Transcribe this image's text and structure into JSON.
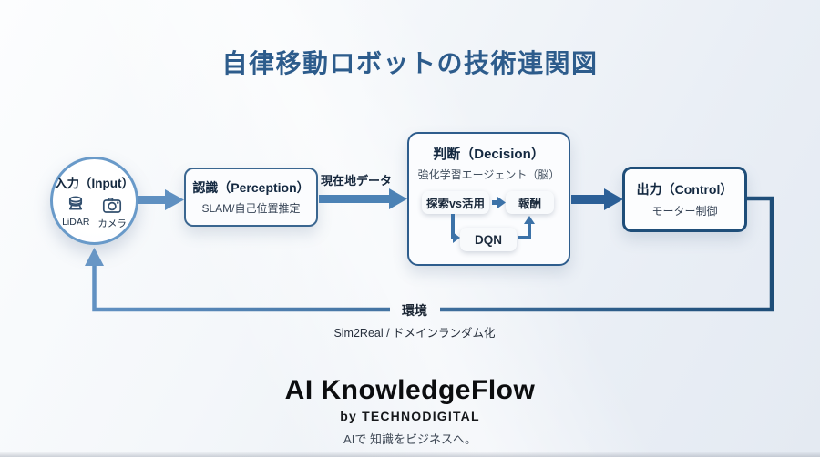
{
  "title": "自律移動ロボットの技術連関図",
  "input": {
    "title": "入力（Input）",
    "sensors": [
      {
        "icon": "lidar-icon",
        "label": "LiDAR"
      },
      {
        "icon": "camera-icon",
        "label": "カメラ"
      }
    ]
  },
  "perception": {
    "title": "認識（Perception）",
    "subtitle": "SLAM/自己位置推定"
  },
  "decision": {
    "title": "判断（Decision）",
    "subtitle": "強化学習エージェント（脳）",
    "chip_explore": "探索vs活用",
    "chip_reward": "報酬",
    "chip_dqn": "DQN"
  },
  "control": {
    "title": "出力（Control）",
    "subtitle": "モーター制御"
  },
  "labels": {
    "perception_to_decision": "現在地データ",
    "feedback": "環境",
    "feedback_sub": "Sim2Real / ドメインランダム化"
  },
  "footer": {
    "brand": "AI KnowledgeFlow",
    "byline": "by TECHNODIGITAL",
    "tagline": "AIで 知識をビジネスへ。"
  },
  "colors": {
    "title_blue": "#2d5c8c",
    "accent_dark": "#1f4e79",
    "accent_mid": "#2e5d8d",
    "arrow_light": "#5f90c1",
    "arrow_mid": "#4c82b5",
    "arrow_dark": "#2b5f97",
    "inner_arrow": "#3c72a8",
    "background": "#edf1f6"
  }
}
